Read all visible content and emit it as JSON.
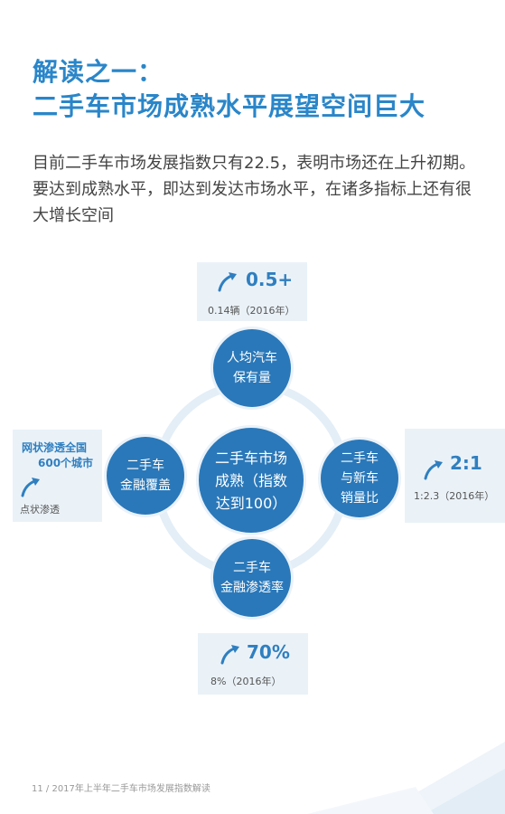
{
  "heading": {
    "line1": "解读之一：",
    "line2": "二手车市场成熟水平展望空间巨大"
  },
  "intro": "目前二手车市场发展指数只有22.5，表明市场还在上升初期。要达到成熟水平，即达到发达市场水平，在诸多指标上还有很大增长空间",
  "diagram": {
    "center": [
      "二手车市场",
      "成熟（指数",
      "达到100）"
    ],
    "top": [
      "人均汽车",
      "保有量"
    ],
    "right": [
      "二手车",
      "与新车",
      "销量比"
    ],
    "bottom": [
      "二手车",
      "金融渗透率"
    ],
    "left": [
      "二手车",
      "金融覆盖"
    ]
  },
  "stats": {
    "top": {
      "value": "0.5+",
      "note": "0.14辆（2016年）"
    },
    "right": {
      "value": "2:1",
      "note": "1:2.3（2016年）"
    },
    "bottom": {
      "value": "70%",
      "note": "8%（2016年）"
    },
    "left": {
      "value_line1": "网状渗透全国",
      "value_line2": "600个城市",
      "note": "点状渗透"
    }
  },
  "footer": "11 / 2017年上半年二手车市场发展指数解读",
  "colors": {
    "title": "#2a86c9",
    "node": "#2a78b9",
    "stat_bg": "#eaf2f8",
    "ring": "#e3eef7"
  },
  "icons": {
    "growth": "curved-arrow-up-right-icon"
  }
}
